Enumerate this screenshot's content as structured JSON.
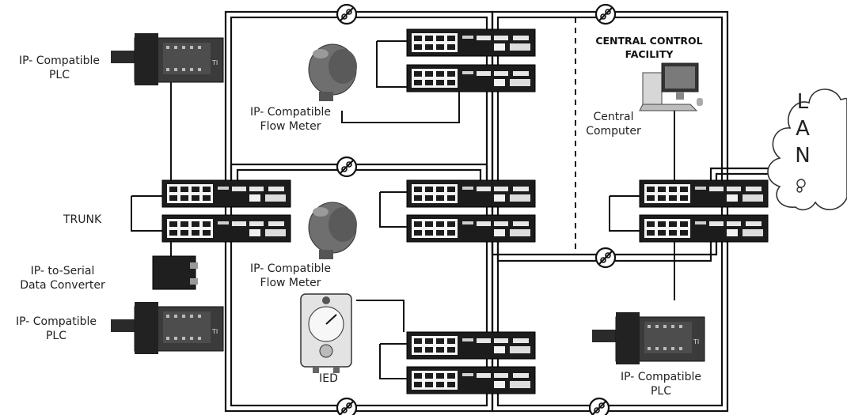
{
  "labels": {
    "plc_top": [
      "IP- Compatible",
      "PLC"
    ],
    "trunk": "TRUNK",
    "converter": [
      "IP- to-Serial",
      "Data Converter"
    ],
    "plc_bottom_left": [
      "IP- Compatible",
      "PLC"
    ],
    "flow_meter_top": [
      "IP- Compatible",
      "Flow Meter"
    ],
    "flow_meter_mid": [
      "IP- Compatible",
      "Flow Meter"
    ],
    "ied": "IED",
    "central_control": [
      "CENTRAL CONTROL",
      "FACILITY"
    ],
    "central_computer": [
      "Central",
      "Computer"
    ],
    "plc_right": [
      "IP- Compatible",
      "PLC"
    ],
    "lan": [
      "L",
      "A",
      "N"
    ]
  },
  "colors": {
    "line": "#111111",
    "switch_body": "#1a1a1a",
    "device_grey": "#7a7a7a"
  },
  "icons": [
    "network-switch-icon",
    "fiber-coupler-icon",
    "plc-icon",
    "flow-meter-icon",
    "ied-icon",
    "converter-icon",
    "computer-icon",
    "lan-cloud-icon"
  ]
}
